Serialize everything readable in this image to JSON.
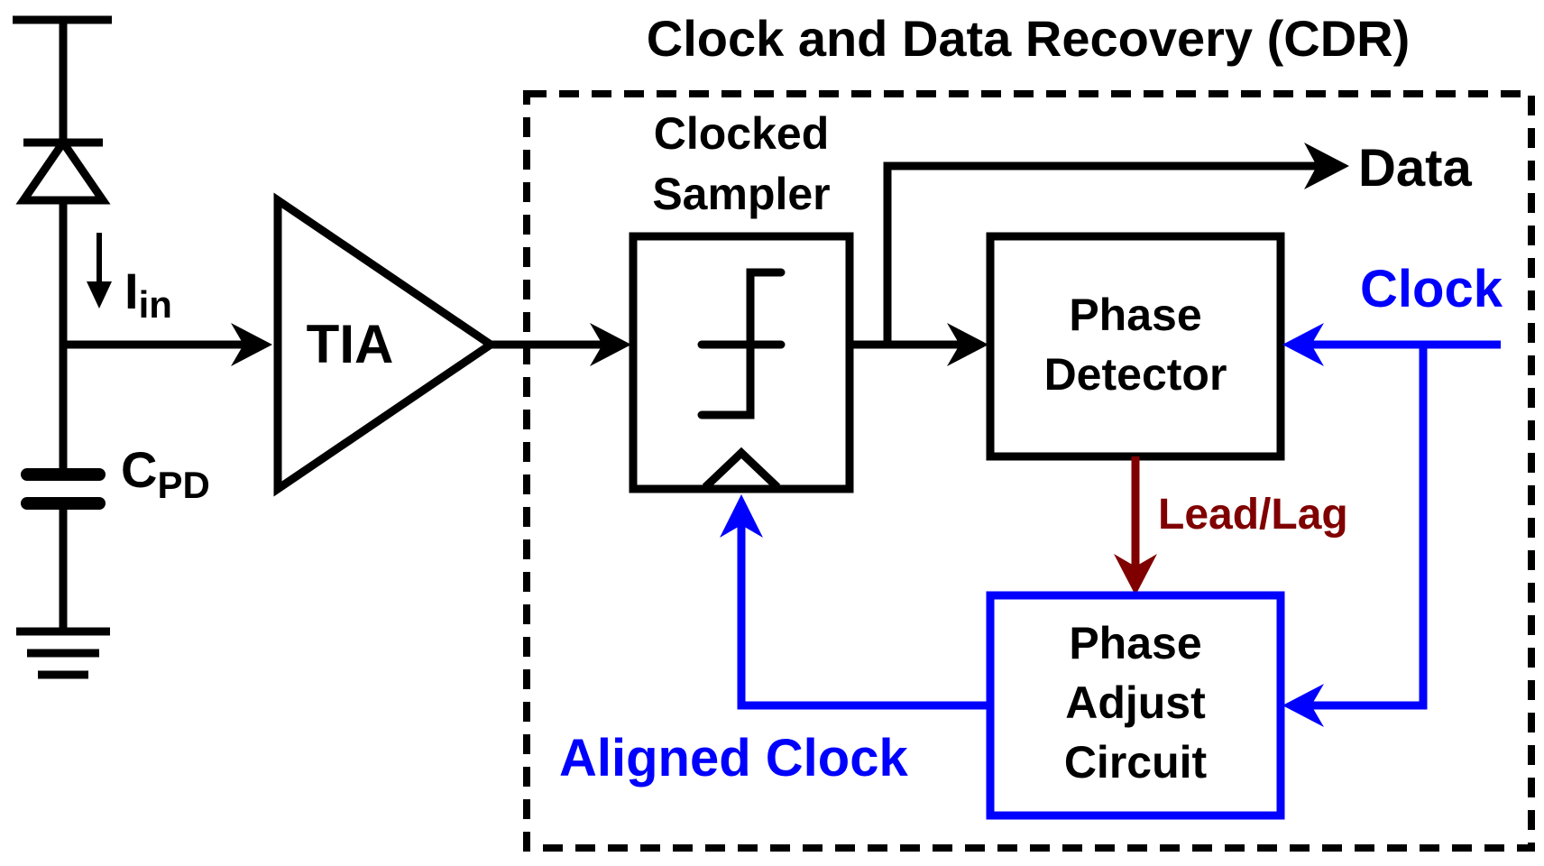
{
  "cdr_title": "Clock and Data Recovery (CDR)",
  "labels": {
    "input_current_main": "I",
    "input_current_sub": "in",
    "capacitor_main": "C",
    "capacitor_sub": "PD",
    "tia": "TIA",
    "sampler_line1": "Clocked",
    "sampler_line2": "Sampler",
    "data_output": "Data",
    "phase_detector_line1": "Phase",
    "phase_detector_line2": "Detector",
    "clock_input": "Clock",
    "lead_lag": "Lead/Lag",
    "phase_adjust_line1": "Phase",
    "phase_adjust_line2": "Adjust",
    "phase_adjust_line3": "Circuit",
    "aligned_clock": "Aligned Clock"
  },
  "colors": {
    "signal": "#000000",
    "clock": "#0000ff",
    "lead_lag": "#800000"
  }
}
